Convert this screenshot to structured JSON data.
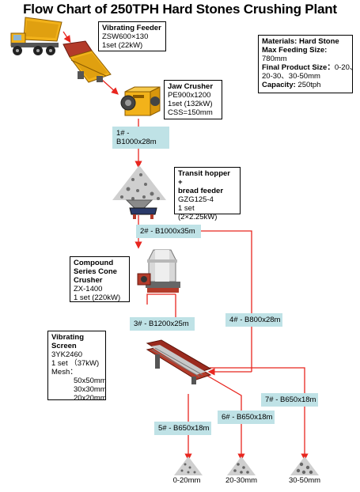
{
  "title": "Flow Chart of 250TPH Hard Stones Crushing Plant",
  "vibrating_feeder": {
    "name": "Vibrating Feeder",
    "model": "ZSW600×130",
    "qty": "1set  (22kW)"
  },
  "jaw_crusher": {
    "name": "Jaw Crusher",
    "model": "PE900x1200",
    "qty": "1set  (132kW)",
    "css": "CSS=150mm"
  },
  "transit_hopper": {
    "name_line1": "Transit hopper +",
    "name_line2": "bread feeder",
    "model": "GZG125-4",
    "qty": "1 set",
    "power": "(2×2.25kW)"
  },
  "cone_crusher": {
    "name_line1": "Compound",
    "name_line2": "Series Cone",
    "name_line3": "Crusher",
    "model": "ZX-1400",
    "qty": "1 set  (220kW)"
  },
  "vibrating_screen": {
    "name_line1": "Vibrating",
    "name_line2": "Screen",
    "model": "3YK2460",
    "qty": "1 set  （37kW)",
    "mesh_label": "Mesh：",
    "mesh": [
      "50x50mm",
      "30x30mm",
      "20x20mm"
    ]
  },
  "materials": {
    "materials_label": "Materials: Hard Stone",
    "max_feed_label": "Max Feeding Size:",
    "max_feed_value": "780mm",
    "final_size_label": "Final Product Size：",
    "final_size_value_1": "0-20、",
    "final_size_value_2": "20-30、30-50mm",
    "capacity_label": "Capacity:",
    "capacity_value": "250tph"
  },
  "belts": {
    "b1_line1": "1# -",
    "b1_line2": "B1000x28m",
    "b2": "2# - B1000x35m",
    "b3": "3# - B1200x25m",
    "b4": "4# - B800x28m",
    "b5": "5# - B650x18m",
    "b6": "6# - B650x18m",
    "b7": "7# - B650x18m"
  },
  "products": {
    "p1": "0-20mm",
    "p2": "20-30mm",
    "p3": "30-50mm"
  },
  "colors": {
    "flow_line": "#e8261f",
    "belt_label_bg": "#bfe2e6",
    "crusher_yellow": "#f2b21a",
    "screen_red": "#9a2a1e"
  },
  "icons": [
    "dump-truck-icon",
    "vibrating-feeder-icon",
    "jaw-crusher-icon",
    "stone-pile-icon",
    "hopper-feeder-icon",
    "cone-crusher-icon",
    "vibrating-screen-icon"
  ]
}
